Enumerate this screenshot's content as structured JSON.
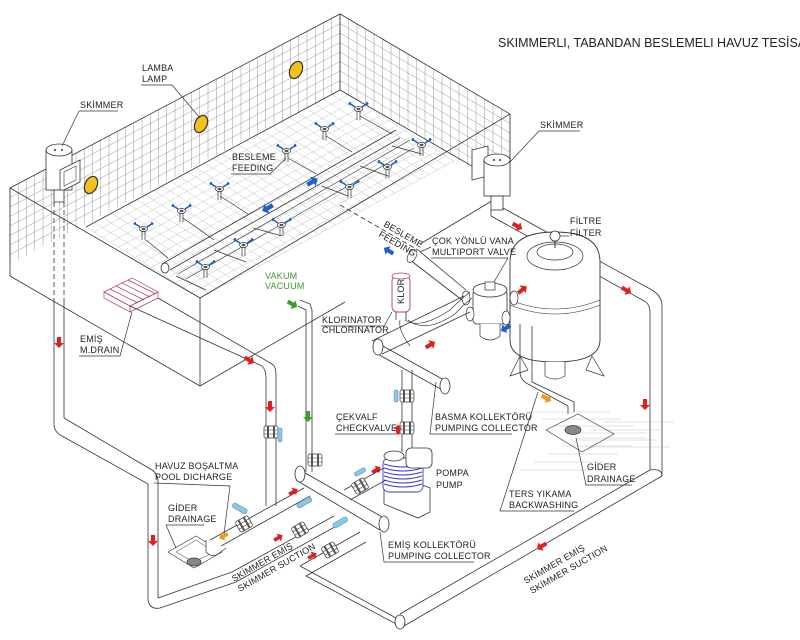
{
  "title": "SKIMMERLI, TABANDAN BESLEMELI HAVUZ TESİSATI",
  "colors": {
    "flow_red": "#e02020",
    "flow_blue": "#1f5fc8",
    "flow_orange": "#f0961e",
    "flow_green": "#3aa02a",
    "lamp_yellow": "#f2c21a",
    "pump_blue": "#3a3ad0",
    "drain_grate": "#b04060",
    "valve_handle": "#8cc6e8",
    "line": "#333333"
  },
  "labels": {
    "skimmer_left": "SKİMMER",
    "skimmer_right": "SKİMMER",
    "lamp_tr": "LAMBA",
    "lamp_en": "LAMP",
    "feeding_floor_tr": "BESLEME",
    "feeding_floor_en": "FEEDING",
    "feeding_pipe_tr": "BESLEME",
    "feeding_pipe_en": "FEEDING",
    "multiport_tr": "ÇOK YÖNLÜ VANA",
    "multiport_en": "MULTIPORT VALVE",
    "filter_tr": "FİLTRE",
    "filter_en": "FİLTER",
    "vacuum_tr": "VAKUM",
    "vacuum_en": "VACUUM",
    "chlorinator_tr": "KLORINATOR",
    "chlorinator_en": "CHLORINATOR",
    "klor_tank": "KLOR",
    "main_drain_tr": "EMİŞ",
    "main_drain_en": "M.DRAIN",
    "checkvalve_tr": "ÇEKVALF",
    "checkvalve_en": "CHECKVALVE",
    "discharge_collector_tr": "BASMA KOLLEKTÖRÜ",
    "discharge_collector_en": "PUMPING COLLECTOR",
    "pool_discharge_tr": "HAVUZ BOŞALTMA",
    "pool_discharge_en": "POOL DICHARGE",
    "drainage_left_tr": "GİDER",
    "drainage_left_en": "DRAINAGE",
    "pump_tr": "POMPA",
    "pump_en": "PUMP",
    "suction_collector_tr": "EMİŞ KOLLEKTÖRÜ",
    "suction_collector_en": "PUMPING COLLECTOR",
    "backwash_tr": "TERS YIKAMA",
    "backwash_en": "BACKWASHING",
    "drainage_right_tr": "GİDER",
    "drainage_right_en": "DRAINAGE",
    "skimmer_suction_left_tr": "SKİMMER EMİŞ",
    "skimmer_suction_left_en": "SKİMMER SUCTION",
    "skimmer_suction_right_tr": "SKİMMER EMİŞ",
    "skimmer_suction_right_en": "SKİMMER SUCTION"
  },
  "legend_icons": {
    "flow_arrow": "arrow-icon",
    "nozzle": "inlet-nozzle-icon",
    "lamp": "lamp-icon",
    "valve": "ball-valve-icon",
    "drain": "drain-icon"
  }
}
